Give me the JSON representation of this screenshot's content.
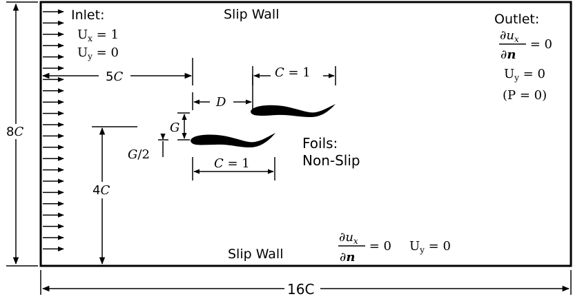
{
  "inlet": {
    "title": "Inlet:",
    "ux": "U",
    "ux_sub": "x",
    "ux_val": " = 1",
    "uy": "U",
    "uy_sub": "y",
    "uy_val": " = 0"
  },
  "top_wall": "Slip Wall",
  "bottom_wall": "Slip Wall",
  "outlet": {
    "title": "Outlet:",
    "grad_num_d": "∂",
    "grad_num_u": "u",
    "grad_num_sub": "x",
    "grad_den_d": "∂",
    "grad_den_n": "n",
    "grad_val": " = 0",
    "uy": "U",
    "uy_sub": "y",
    "uy_val": " = 0",
    "pressure": "(P = 0)"
  },
  "bottom_bc": {
    "grad_num_d": "∂",
    "grad_num_u": "u",
    "grad_num_sub": "x",
    "grad_den_d": "∂",
    "grad_den_n": "n",
    "grad_val": " = 0",
    "uy": "U",
    "uy_sub": "y",
    "uy_val": " = 0"
  },
  "foils": {
    "title": "Foils:",
    "condition": "Non-Slip"
  },
  "dims": {
    "height": "8",
    "height_var": "C",
    "width": "16C",
    "upstream_num": "5",
    "upstream_var": "C",
    "gap_x": "D",
    "gap_y": "G",
    "half_gap": "G",
    "half_gap_tail": "/2",
    "center_height_num": "4",
    "center_height_var": "C",
    "chord_top_var": "C",
    "chord_top_val": " = 1",
    "chord_bottom_var": "C",
    "chord_bottom_val": " = 1"
  },
  "colors": {
    "ink": "#000000",
    "background": "#ffffff"
  }
}
